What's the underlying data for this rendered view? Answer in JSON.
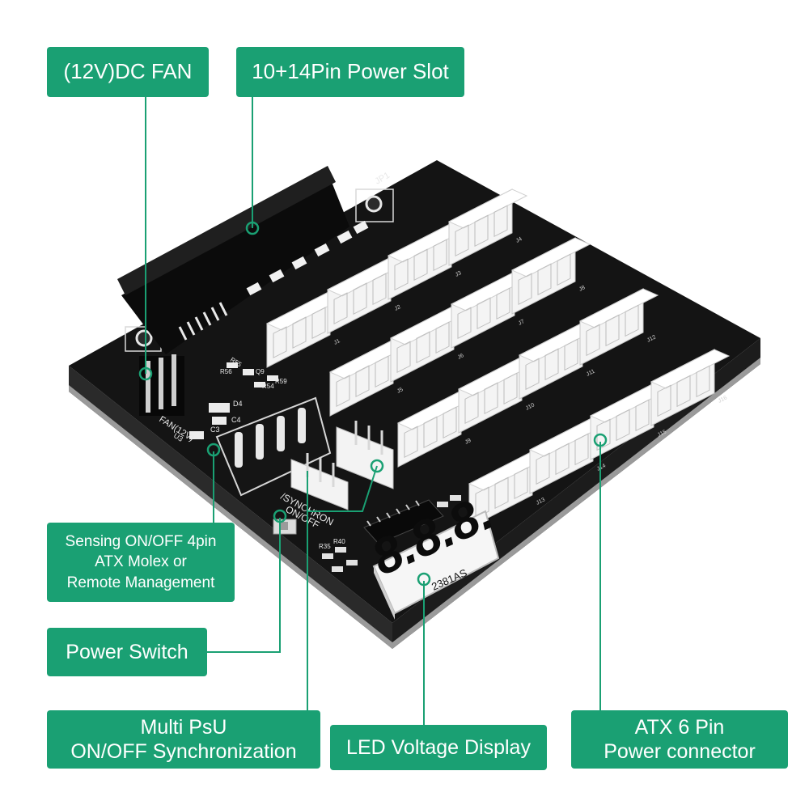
{
  "callouts": {
    "fan": "(12V)DC FAN",
    "slot": "10+14Pin Power Slot",
    "sensing": [
      "Sensing ON/OFF 4pin",
      "ATX Molex or",
      "Remote Management"
    ],
    "switch": "Power Switch",
    "sync": [
      "Multi PsU",
      "ON/OFF Synchronization"
    ],
    "led": "LED Voltage Display",
    "atx": [
      "ATX 6 Pin",
      "Power connector"
    ]
  },
  "board_labels": {
    "jp1": "JP1",
    "fan": "FAN(12V)",
    "u3": "U3",
    "c3": "C3",
    "c4": "C4",
    "d4": "D4",
    "r55": "R55",
    "r56": "R56",
    "q9": "Q9",
    "r54": "R54",
    "r59": "R59",
    "synchron": "/SYNCHRON",
    "onoff": "ON/OFF",
    "r35": "R35",
    "r40": "R40",
    "display_digits": "8.8.8.",
    "display_model": "2381AS",
    "connectors": [
      "J1",
      "J2",
      "J3",
      "J4",
      "J5",
      "J6",
      "J7",
      "J8",
      "J9",
      "J10",
      "J11",
      "J12",
      "J13",
      "J14",
      "J15",
      "J16"
    ]
  },
  "colors": {
    "accent": "#1aa073",
    "board": "#141414",
    "connector": "#f4f4f4"
  }
}
